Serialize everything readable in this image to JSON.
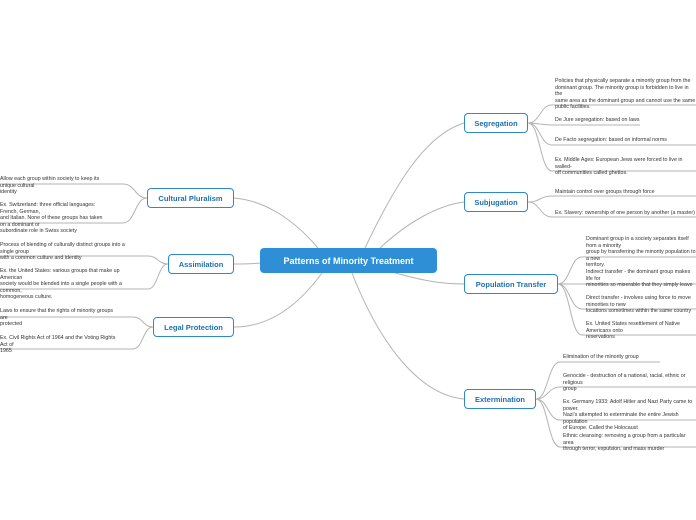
{
  "central": "Patterns of Minority Treatment",
  "branches": {
    "segregation": {
      "title": "Segregation",
      "items": [
        "Policies that physically separate a minority group from the\ndominant group. The minority group is forbidden to live in the\nsame area as the dominant group and cannot use the same\npublic facilities.",
        "De Jure segregation: based on laws",
        "De Facto segregation: based on informal norms",
        "Ex. Middle Ages: European Jews were forced to live in walled-\noff communities called ghettos."
      ]
    },
    "subjugation": {
      "title": "Subjugation",
      "items": [
        "Maintain control over groups through force",
        "Ex. Slavery: ownership of one person by another (a master)"
      ]
    },
    "population_transfer": {
      "title": "Population Transfer",
      "items": [
        "Dominant group in a society separates itself from a minority\ngroup by transferring the minority population to a new\nterritory.",
        "Indirect transfer - the dominant group makes life for\nminorities so miserable that they simply leave",
        "Direct transfer - involves using force to move minorities to new\nlocations sometimes within the same country",
        "Ex. United States resettlement of Native Americans onto\nreservations"
      ]
    },
    "extermination": {
      "title": "Extermination",
      "items": [
        "Elimination of the minority group",
        "Genocide - destruction of a national, racial, ethnic or religious\ngroup",
        "Ex. Germany 1933: Adolf Hitler and Nazi Party came to power.\nNazi's attempted to exterminate the entire Jewish population\nof Europe. Called the Holocaust",
        "Ethnic cleansing: removing a group from a particular area\nthrough terror, expulsion, and mass murder"
      ]
    },
    "cultural_pluralism": {
      "title": "Cultural Pluralism",
      "items": [
        "Allow each group within society to keep its unique cultural\nidentity",
        "Ex. Switzerland: three official languages: French, German,\nand Italian. None of these groups has taken on a dominant or\nsubordinate role in Swiss society"
      ]
    },
    "assimilation": {
      "title": "Assimilation",
      "items": [
        "Process of blending of culturally distinct groups into a single group\nwith a common culture and identity",
        "Ex. the United States: various groups that make up American\nsociety would be blended into a single people with a common,\nhomogeneous culture."
      ]
    },
    "legal_protection": {
      "title": "Legal Protection",
      "items": [
        "Laws to ensure that the rights of minority groups are\nprotected",
        "Ex. Civil Rights Act of 1964 and the Voting Rights Act of\n1965"
      ]
    }
  },
  "colors": {
    "central_fill": "#2e8fd6",
    "node_border": "#2e88c9",
    "node_text": "#1e6fae",
    "connector": "#b3b3b3",
    "leaf_text": "#333333"
  }
}
